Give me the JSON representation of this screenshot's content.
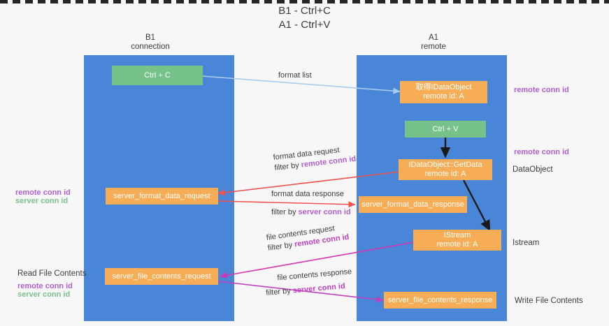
{
  "title": {
    "line1": "B1 - Ctrl+C",
    "line2": "A1 - Ctrl+V"
  },
  "lanes": [
    {
      "id": "b1",
      "header_line1": "B1",
      "header_line2": "connection",
      "color": "#4a86d8"
    },
    {
      "id": "a1",
      "header_line1": "A1",
      "header_line2": "remote",
      "color": "#4a86d8"
    }
  ],
  "nodes": {
    "ctrl_c": {
      "label": "Ctrl + C",
      "color": "#76c28a"
    },
    "idataobject": {
      "line1": "取得IDataObject",
      "line2": "remote id: A",
      "color": "#f7ad55"
    },
    "ctrl_v": {
      "label": "Ctrl + V",
      "color": "#76c28a"
    },
    "getdata": {
      "line1": "IDataObject::GetData",
      "line2": "remote id: A",
      "color": "#f7ad55"
    },
    "server_format_data_request": {
      "label": "server_format_data_request",
      "color": "#f7ad55"
    },
    "server_format_data_response": {
      "label": "server_format_data_response",
      "color": "#f7ad55"
    },
    "istream": {
      "line1": "IStream",
      "line2": "remote id: A",
      "color": "#f7ad55"
    },
    "server_file_contents_request": {
      "label": "server_file_contents_request",
      "color": "#f7ad55"
    },
    "server_file_contents_response": {
      "label": "server_file_contents_response",
      "color": "#f7ad55"
    }
  },
  "edges": {
    "format_list": {
      "label": "format list",
      "color": "#a8cdef"
    },
    "format_data_request": {
      "line1": "format data request",
      "line2_prefix": "filter by ",
      "line2_key": "remote conn id",
      "color": "#ef5350"
    },
    "format_data_response": {
      "line1": "format data response",
      "line2_prefix": "filter by ",
      "line2_key": "server conn id",
      "color": "#ef5350"
    },
    "file_contents_request": {
      "line1": "file contents request",
      "line2_prefix": "filter by ",
      "line2_key": "remote conn id",
      "color": "#d633b0"
    },
    "file_contents_response": {
      "line1": "file contents response",
      "line2_prefix": "filter by ",
      "line2_key": "server conn id",
      "color": "#c040c0"
    },
    "getdata_to_istream": {
      "label": "",
      "color": "#1a1a1a"
    },
    "ctrlv_to_getdata": {
      "label": "",
      "color": "#1a1a1a"
    }
  },
  "annotations": {
    "right_remote_conn_id_top": "remote conn id",
    "right_remote_conn_id_mid": "remote conn id",
    "right_dataobject": "DataObject",
    "right_istream": "Istream",
    "right_write_file_contents": "Write File Contents",
    "left_remote_conn_id_mid": "remote conn id",
    "left_server_conn_id_mid": "server conn id",
    "left_read_file_contents": "Read File Contents",
    "left_remote_conn_id_bottom": "remote conn id",
    "left_server_conn_id_bottom": "server conn id"
  },
  "colors": {
    "lane": "#4a86d8",
    "green_node": "#76c28a",
    "orange_node": "#f7ad55",
    "purple": "#b15fd0",
    "green_text": "#7cc08c",
    "magenta": "#c040c0",
    "red": "#ef5350",
    "light_blue": "#a8cdef",
    "background": "#f7f7f7",
    "dashed_separator": "#262626"
  }
}
